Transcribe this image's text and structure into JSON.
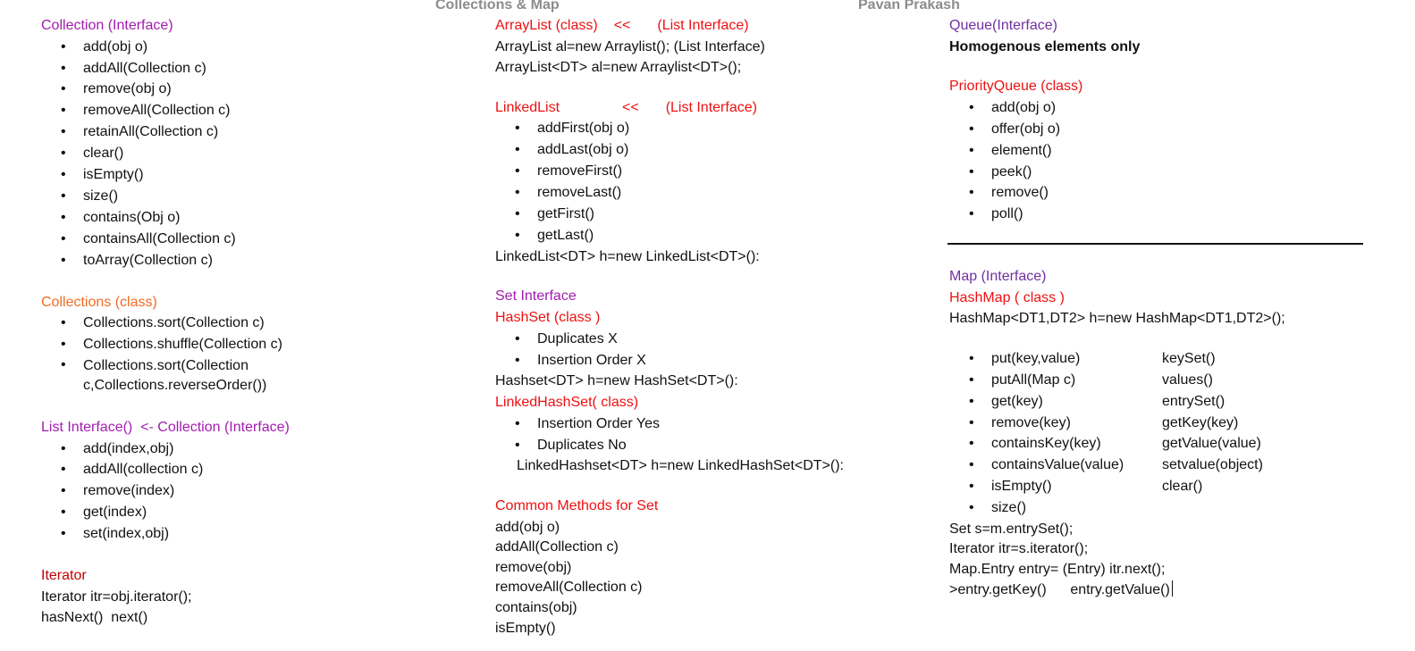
{
  "header": {
    "title": "Collections & Map",
    "author": "Pavan Prakash"
  },
  "col1": {
    "collection_title": "Collection (Interface)",
    "collection_methods": [
      "add(obj o)",
      "addAll(Collection c)",
      "remove(obj o)",
      "removeAll(Collection c)",
      "retainAll(Collection c)",
      "clear()",
      "isEmpty()",
      "size()",
      "contains(Obj o)",
      "containsAll(Collection c)",
      "toArray(Collection c)"
    ],
    "collections_title": "Collections (class)",
    "collections_methods": [
      "Collections.sort(Collection c)",
      "Collections.shuffle(Collection c)",
      "Collections.sort(Collection c,Collections.reverseOrder())"
    ],
    "list_title": "List Interface()  <- Collection (Interface)",
    "list_methods": [
      "add(index,obj)",
      "addAll(collection c)",
      "remove(index)",
      "get(index)",
      "set(index,obj)"
    ],
    "iterator_title": "Iterator",
    "iterator_lines": [
      "Iterator itr=obj.iterator();",
      "hasNext()  next()"
    ]
  },
  "col2": {
    "arraylist_title": "ArrayList (class)",
    "arraylist_arrow": "<<",
    "arraylist_iface": "(List Interface)",
    "arraylist_lines": [
      "ArrayList al=new Arraylist(); (List Interface)",
      "ArrayList<DT> al=new Arraylist<DT>();"
    ],
    "linkedlist_title": "LinkedList",
    "linkedlist_arrow": "<<",
    "linkedlist_iface": "(List Interface)",
    "linkedlist_methods": [
      "addFirst(obj o)",
      "addLast(obj o)",
      "removeFirst()",
      "removeLast()",
      "getFirst()",
      "getLast()"
    ],
    "linkedlist_decl": "LinkedList<DT> h=new LinkedList<DT>():",
    "set_title": "Set Interface",
    "hashset_title": "HashSet (class )",
    "hashset_props": [
      "Duplicates X",
      "Insertion Order X"
    ],
    "hashset_decl": "Hashset<DT> h=new HashSet<DT>():",
    "lhs_title": "LinkedHashSet( class)",
    "lhs_props": [
      "Insertion Order Yes",
      "Duplicates No"
    ],
    "lhs_decl": "LinkedHashset<DT> h=new LinkedHashSet<DT>():",
    "common_title": "Common Methods for Set",
    "common_methods": [
      "add(obj o)",
      "addAll(Collection c)",
      "remove(obj)",
      "removeAll(Collection c)",
      "contains(obj)",
      "isEmpty()"
    ]
  },
  "col3": {
    "queue_title": "Queue(Interface)",
    "queue_note": "Homogenous elements only",
    "pq_title": "PriorityQueue (class)",
    "pq_methods": [
      "add(obj o)",
      "offer(obj o)",
      "element()",
      "peek()",
      "remove()",
      "poll()"
    ],
    "map_title": "Map (Interface)",
    "hashmap_title": "HashMap ( class )",
    "hashmap_decl": "HashMap<DT1,DT2> h=new HashMap<DT1,DT2>();",
    "map_methods_left": [
      "put(key,value)",
      "putAll(Map c)",
      "get(key)",
      "remove(key)",
      "containsKey(key)",
      "containsValue(value)",
      "isEmpty()",
      "size()"
    ],
    "map_methods_right": [
      "keySet()",
      "values()",
      "entrySet()",
      "getKey(key)",
      "getValue(value)",
      "setvalue(object)",
      "clear()"
    ],
    "entry_lines": [
      "Set s=m.entrySet();",
      "Iterator itr=s.iterator();",
      "Map.Entry entry= (Entry) itr.next();",
      ">entry.getKey()      entry.getValue()"
    ]
  }
}
